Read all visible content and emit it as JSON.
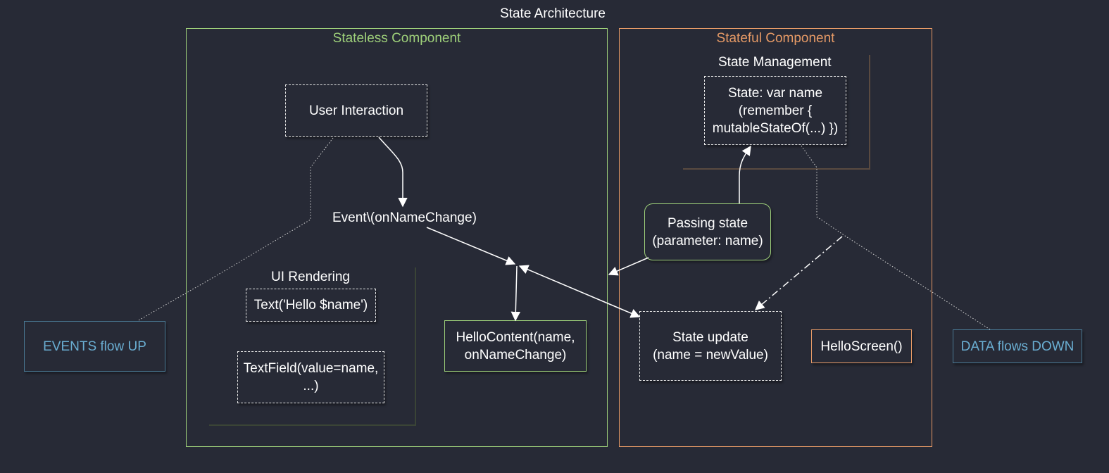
{
  "title": "State Architecture",
  "stateless": {
    "title": "Stateless Component",
    "color": "#9ed07a"
  },
  "stateful": {
    "title": "Stateful Component",
    "color": "#e69a66"
  },
  "nodes": {
    "user_interaction": "User Interaction",
    "event": "Event\\(onNameChange)",
    "ui_rendering": "UI Rendering",
    "text_hello": "Text('Hello $name')",
    "textfield_1": "TextField(value=name,",
    "textfield_2": "...)",
    "hello_content_1": "HelloContent(name,",
    "hello_content_2": "onNameChange)",
    "state_management": "State Management",
    "state_var_1": "State: var name",
    "state_var_2": "(remember {",
    "state_var_3": "mutableStateOf(...) })",
    "passing_state_1": "Passing state",
    "passing_state_2": "(parameter: name)",
    "state_update_1": "State update",
    "state_update_2": "(name = newValue)",
    "hello_screen": "HelloScreen()"
  },
  "notes": {
    "events_flow_up": "EVENTS flow UP",
    "data_flows_down": "DATA flows DOWN",
    "note_color": "#6aaed2"
  }
}
